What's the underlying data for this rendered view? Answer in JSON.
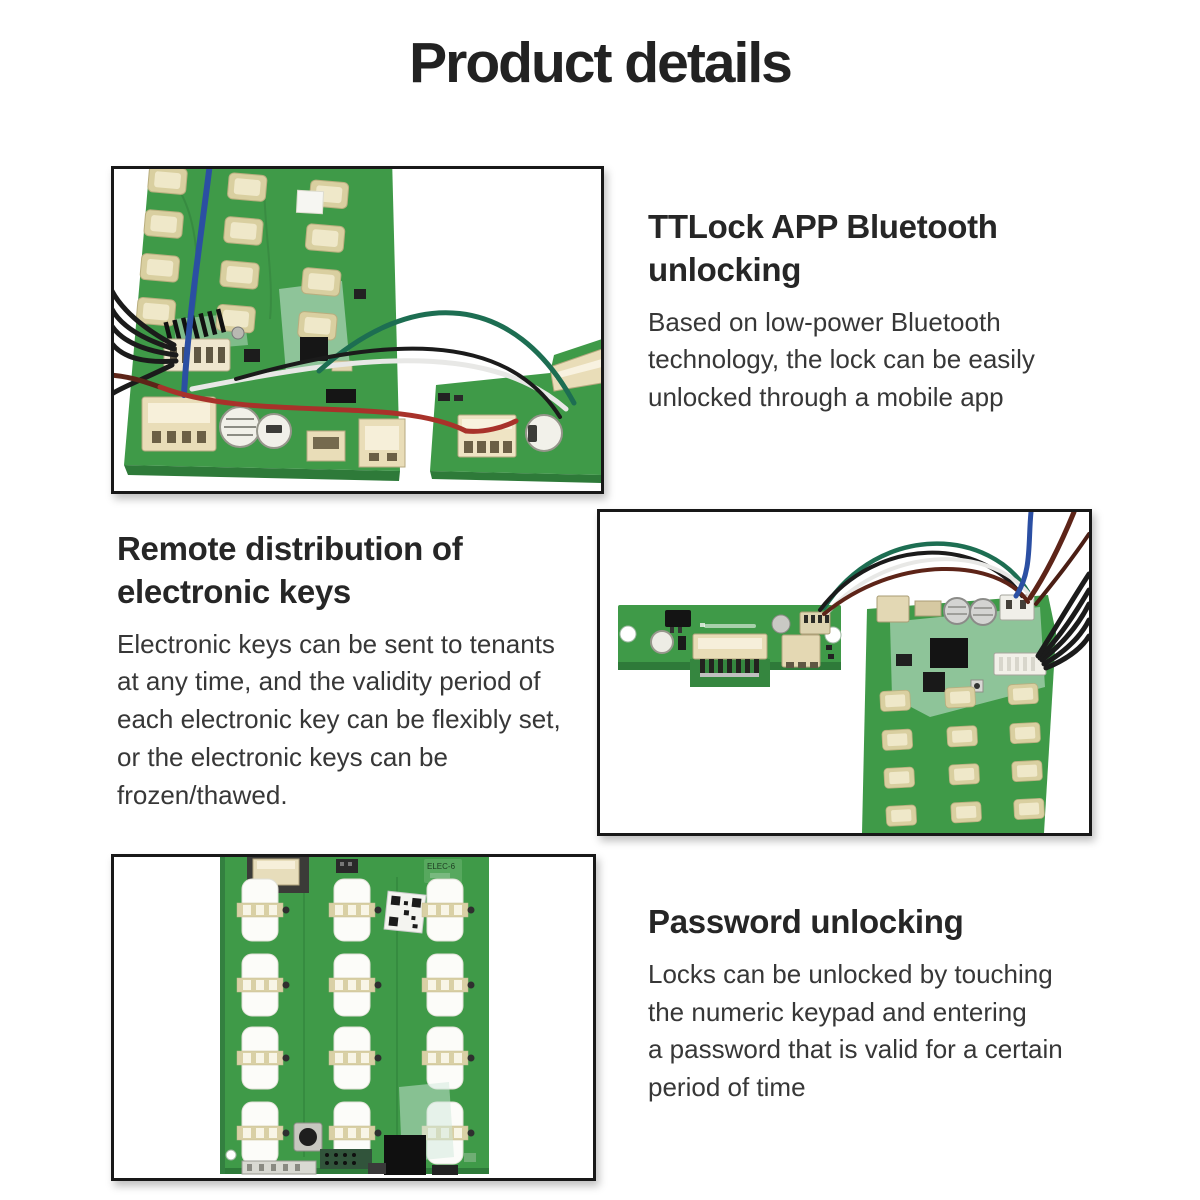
{
  "page": {
    "title": "Product details"
  },
  "sections": [
    {
      "id": "bluetooth-unlocking",
      "heading_lines": [
        "TTLock APP Bluetooth",
        "unlocking"
      ],
      "body_lines": [
        "Based on low-power Bluetooth",
        "technology, the lock can be easily",
        "unlocked through a mobile app"
      ],
      "image": "keypad-pcb-with-wire-harness-photo"
    },
    {
      "id": "remote-key-distribution",
      "heading_lines": [
        "Remote distribution of",
        "electronic keys"
      ],
      "body_lines": [
        "Electronic keys can be sent to tenants",
        "at any time, and the validity period of",
        "each electronic key can be flexibly set,",
        "or the electronic keys can be",
        "frozen/thawed."
      ],
      "image": "adapter-board-connected-to-main-pcb-photo"
    },
    {
      "id": "password-unlocking",
      "heading_lines": [
        "Password unlocking"
      ],
      "body_lines": [
        "Locks can be unlocked by touching",
        "the numeric keypad and entering",
        "a password that is valid for a certain",
        "period of time"
      ],
      "image": "keypad-pcb-back-side-photo"
    }
  ],
  "pcb_label": "ELEC-6",
  "colors": {
    "page-bg": "#ffffff",
    "title-text": "#222222",
    "heading-text": "#262626",
    "body-text": "#373737",
    "figure-border": "#181818",
    "pcb-green": "#3f9a48",
    "pcb-green-dark": "#2e7a39",
    "pad-beige": "#d9cfa0",
    "pad-beige-light": "#efe8c9",
    "connector-beige": "#e9ddb8",
    "key-white": "#fcfcf9",
    "wire-blue": "#2b4fa3",
    "wire-red": "#a8322a",
    "wire-green": "#1d6e52",
    "wire-black": "#1b1b1b",
    "wire-white": "#e8e8e6",
    "wire-brown": "#5d2418"
  }
}
